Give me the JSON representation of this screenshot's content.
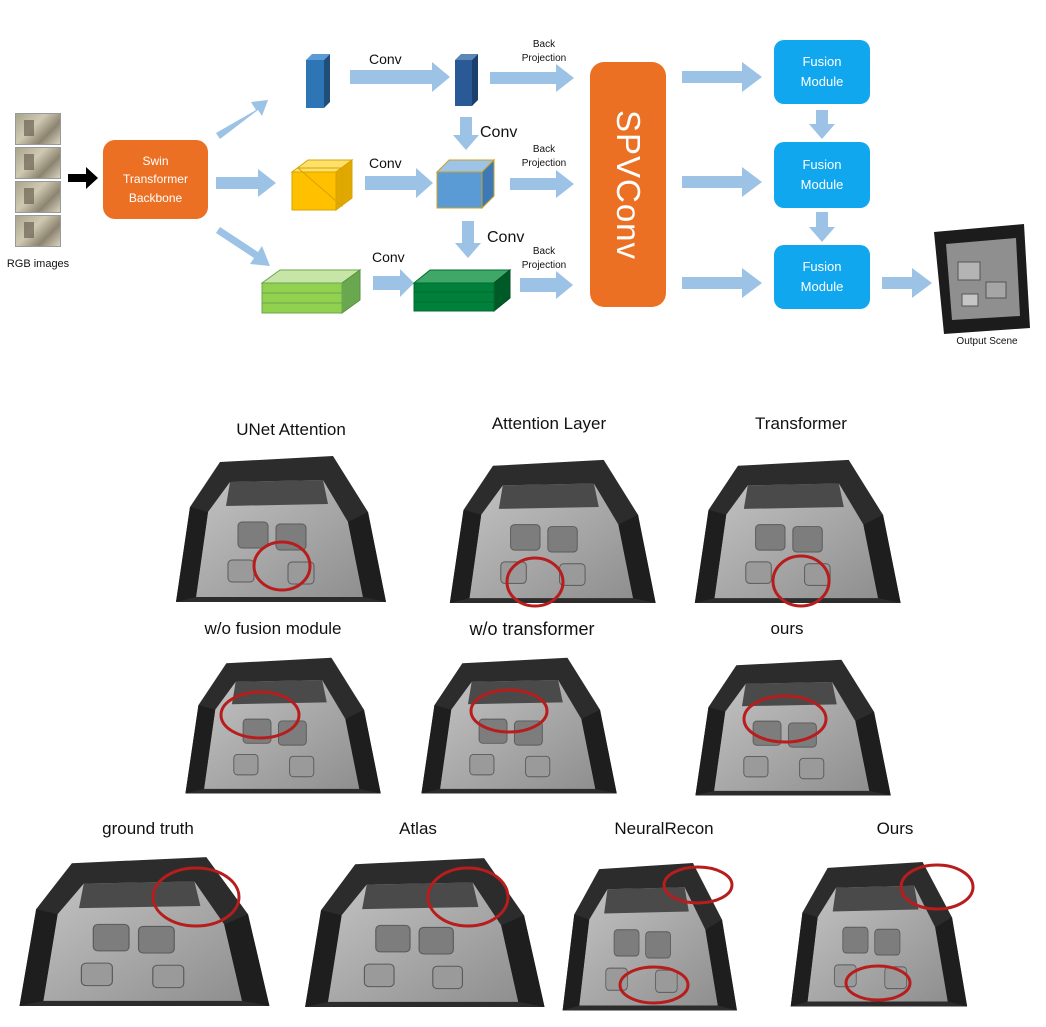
{
  "pipeline": {
    "input_label": "RGB images",
    "backbone_label": "Swin Transformer Backbone",
    "conv_label": "Conv",
    "back_projection_label": "Back Projection",
    "spvconv_label": "SPVConv",
    "fusion_module_label": "Fusion Module",
    "output_label": "Output Scene"
  },
  "comparison_rows": [
    [
      "UNet Attention",
      "Attention Layer",
      "Transformer"
    ],
    [
      "w/o fusion module",
      "w/o transformer",
      "ours"
    ],
    [
      "ground truth",
      "Atlas",
      "NeuralRecon",
      "Ours"
    ]
  ],
  "colors": {
    "orange": "#ec7024",
    "cyan": "#10a7ee",
    "arrow": "#9cc2e5",
    "highlight_circle": "#b81d1d",
    "feature_blue": "#2e75b6",
    "feature_yellow": "#ffc000",
    "feature_light_green": "#92d050",
    "feature_dark_green": "#00803a"
  }
}
